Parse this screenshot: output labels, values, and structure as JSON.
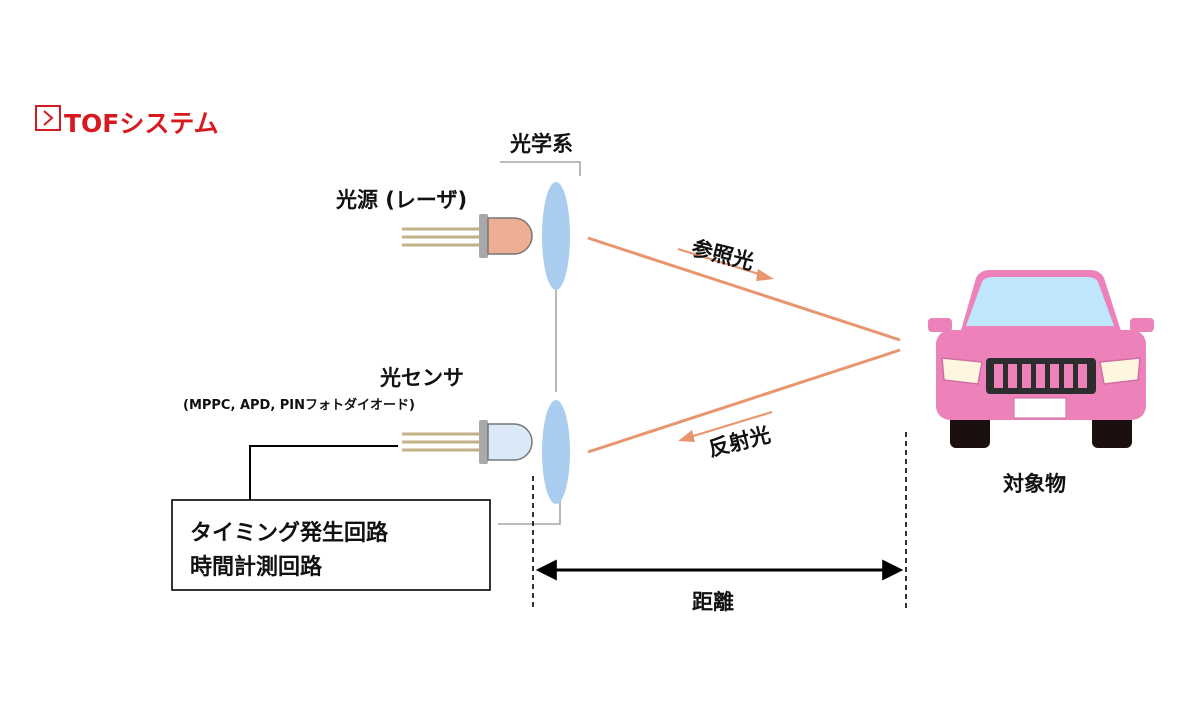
{
  "title": "TOFシステム",
  "labels": {
    "optics": "光学系",
    "light_source": "光源 (レーザ)",
    "sensor": "光センサ",
    "sensor_types": "(MPPC, APD, PINフォトダイオード)",
    "reference_light": "参照光",
    "reflected_light": "反射光",
    "target": "対象物",
    "distance": "距離",
    "circuit_line1": "タイミング発生回路",
    "circuit_line2": "時間計測回路"
  },
  "icons": {
    "title": "chevron-right-box-icon",
    "laser": "led-icon",
    "sensor": "led-icon",
    "lens": "lens-icon",
    "target": "car-icon"
  },
  "colors": {
    "accent": "#d71920",
    "beam": "#e7966f",
    "lens": "#a9cdee",
    "laser_body": "#edae93",
    "sensor_body": "#dbe8f8",
    "car_body": "#ec82b9"
  }
}
